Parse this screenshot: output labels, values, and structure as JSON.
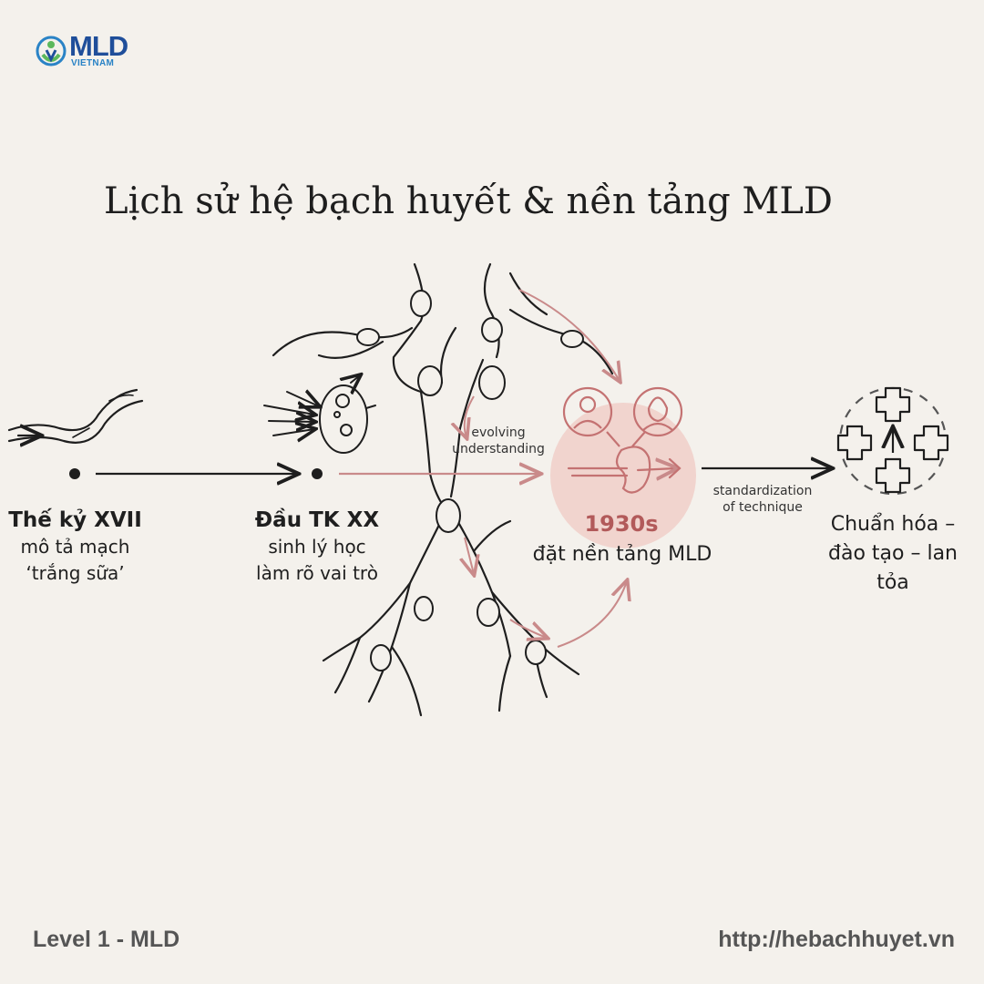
{
  "brand": {
    "name": "MLD",
    "sub": "VIETNAM"
  },
  "title": "Lịch sử hệ bạch huyết & nền tảng MLD",
  "timeline": [
    {
      "heading": "Thế kỷ XVII",
      "line1": "mô tả mạch",
      "line2": "‘trắng sữa’"
    },
    {
      "heading": "Đầu TK XX",
      "line1": "sinh lý học",
      "line2": "làm rõ vai trò"
    }
  ],
  "annotation_evolving": {
    "line1": "evolving",
    "line2": "understanding"
  },
  "milestone": {
    "year": "1930s",
    "caption": "đặt nền tảng MLD"
  },
  "annotation_standard": {
    "line1": "standardization",
    "line2": "of technique"
  },
  "final": {
    "line1": "Chuẩn hóa –",
    "line2": "đào tạo – lan tỏa"
  },
  "footer": {
    "left": "Level 1 - MLD",
    "right": "http://hebachhuyet.vn"
  },
  "colors": {
    "accent": "#b25a5a",
    "highlight": "#f0cfc9",
    "ink": "#1e1e1e",
    "brand": "#1f4e9a"
  }
}
